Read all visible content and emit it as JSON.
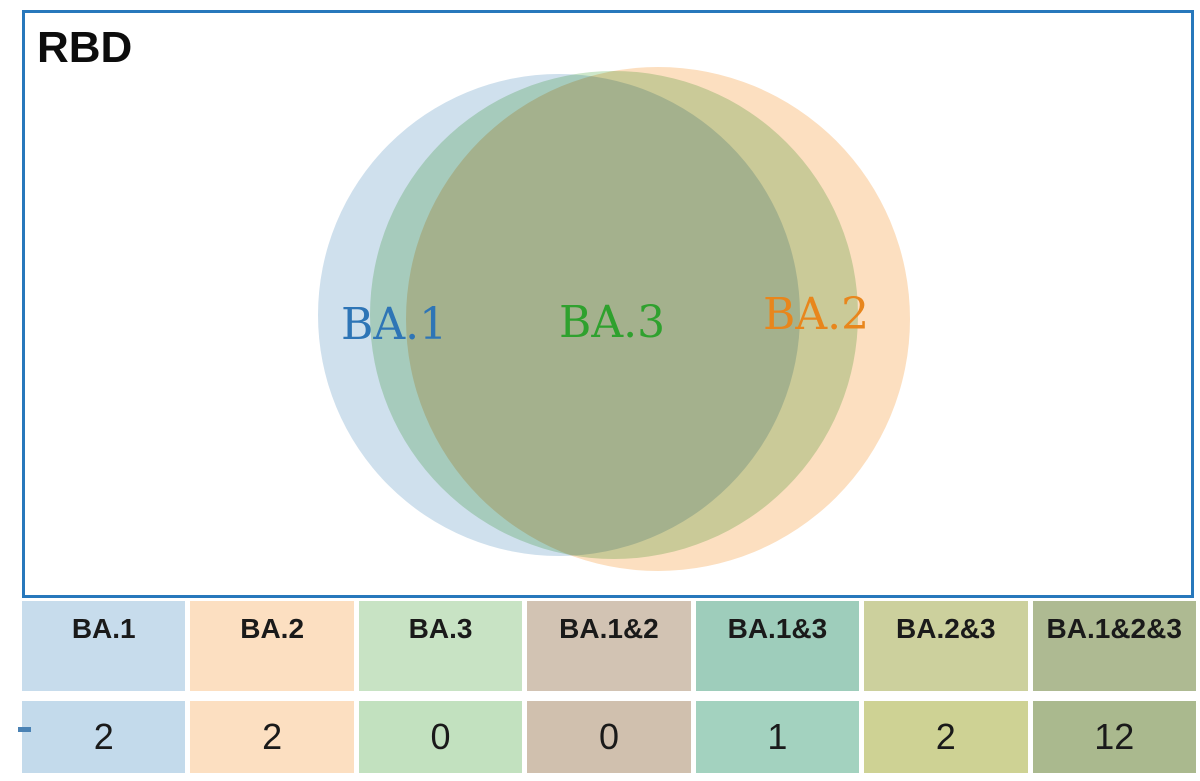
{
  "panel": {
    "title": "RBD",
    "border_color": "#2878bc"
  },
  "venn": {
    "labels": [
      {
        "text": "BA.1",
        "color": "#2e75b6"
      },
      {
        "text": "BA.3",
        "color": "#2fa12e"
      },
      {
        "text": "BA.2",
        "color": "#e8861c"
      }
    ],
    "circle_colors": {
      "ba1_fill": "#cfe0ed",
      "ba3_fill": "#cde7ca",
      "ba2_fill": "#fcdfc0"
    }
  },
  "table": {
    "columns": [
      {
        "label": "BA.1",
        "value": "2",
        "header_bg": "#c7dcec",
        "value_bg": "#c3daeb"
      },
      {
        "label": "BA.2",
        "value": "2",
        "header_bg": "#fcdfc1",
        "value_bg": "#fcdfc1"
      },
      {
        "label": "BA.3",
        "value": "0",
        "header_bg": "#c8e3c4",
        "value_bg": "#c2e1bf"
      },
      {
        "label": "BA.1&2",
        "value": "0",
        "header_bg": "#d2c3b3",
        "value_bg": "#d0c0ae"
      },
      {
        "label": "BA.1&3",
        "value": "1",
        "header_bg": "#9ecdbb",
        "value_bg": "#a3d2bf"
      },
      {
        "label": "BA.2&3",
        "value": "2",
        "header_bg": "#ccd09d",
        "value_bg": "#ced294"
      },
      {
        "label": "BA.1&2&3",
        "value": "12",
        "header_bg": "#aeba92",
        "value_bg": "#aab98e"
      }
    ]
  },
  "marker_dash_color": "#4a82b4",
  "chart_data": {
    "type": "venn",
    "title": "RBD",
    "sets": [
      "BA.1",
      "BA.2",
      "BA.3"
    ],
    "layout": "three overlapping circles, BA.3 almost fully inside union of BA.1 and BA.2",
    "regions": [
      {
        "region": "BA.1",
        "value": 2
      },
      {
        "region": "BA.2",
        "value": 2
      },
      {
        "region": "BA.3",
        "value": 0
      },
      {
        "region": "BA.1&2",
        "value": 0
      },
      {
        "region": "BA.1&3",
        "value": 1
      },
      {
        "region": "BA.2&3",
        "value": 2
      },
      {
        "region": "BA.1&2&3",
        "value": 12
      }
    ]
  }
}
